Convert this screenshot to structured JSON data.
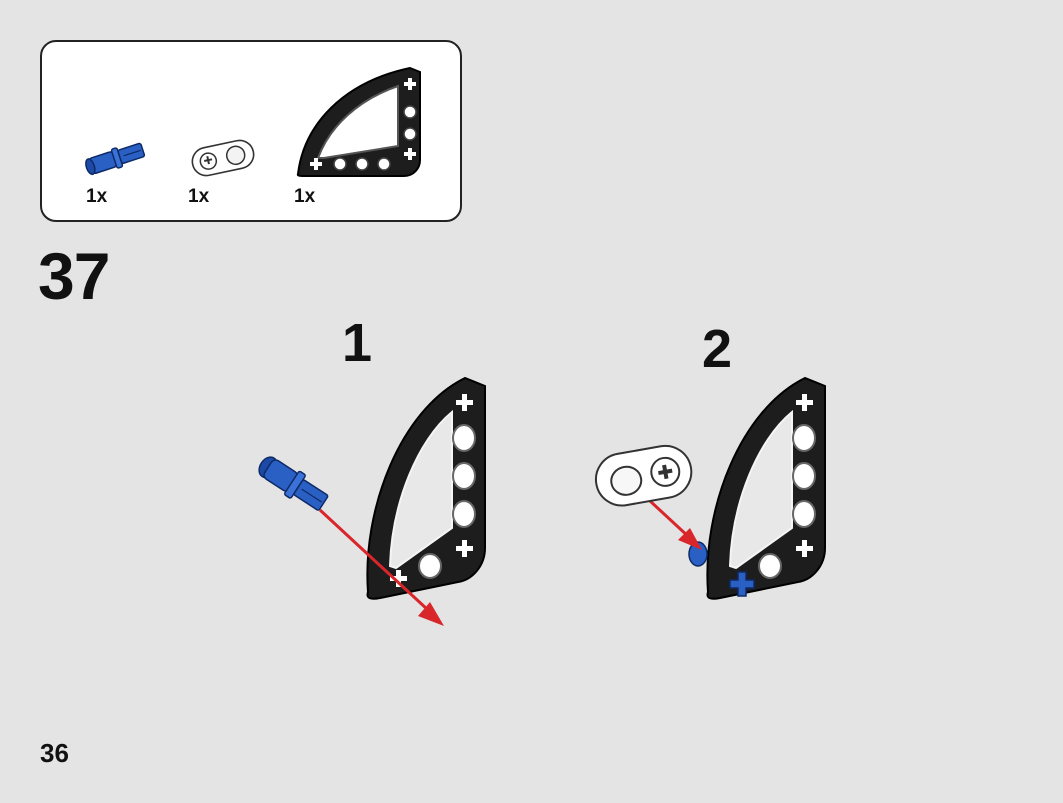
{
  "parts_list": {
    "items": [
      {
        "name": "blue-axle-pin",
        "quantity": "1x",
        "color": "#2a5fc4"
      },
      {
        "name": "white-beam-2",
        "quantity": "1x",
        "color": "#ffffff"
      },
      {
        "name": "black-curved-frame",
        "quantity": "1x",
        "color": "#1d1d1d"
      }
    ]
  },
  "step": {
    "number": "37"
  },
  "substeps": [
    {
      "label": "1"
    },
    {
      "label": "2"
    }
  ],
  "colors": {
    "background": "#e4e4e4",
    "arrow": "#d8262b",
    "blue_part": "#2a5fc4",
    "black_part": "#1d1d1d"
  },
  "page": {
    "number": "36"
  }
}
